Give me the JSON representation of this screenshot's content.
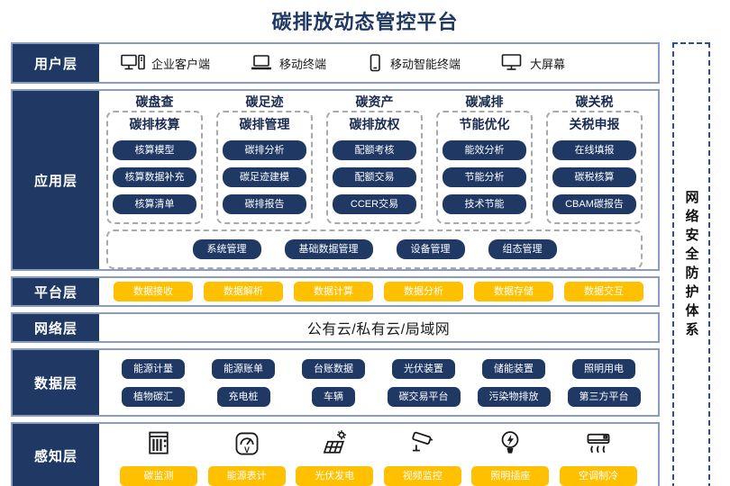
{
  "title": "碳排放动态管控平台",
  "colors": {
    "navy": "#1F3864",
    "yellow": "#FFC000",
    "row_border": "#8B9CC4"
  },
  "security": {
    "label": "网络安全防护体系"
  },
  "user_layer": {
    "label": "用户层",
    "items": [
      {
        "icon": "desktop-client-icon",
        "label": "企业客户端"
      },
      {
        "icon": "laptop-icon",
        "label": "移动终端"
      },
      {
        "icon": "smartphone-icon",
        "label": "移动智能终端"
      },
      {
        "icon": "large-screen-icon",
        "label": "大屏幕"
      }
    ]
  },
  "app_layer": {
    "label": "应用层",
    "columns": [
      {
        "header": "碳盘查",
        "subheader": "碳排核算",
        "buttons": [
          "核算模型",
          "核算数据补充",
          "核算清单"
        ]
      },
      {
        "header": "碳足迹",
        "subheader": "碳排管理",
        "buttons": [
          "碳排分析",
          "碳足迹建模",
          "碳排报告"
        ]
      },
      {
        "header": "碳资产",
        "subheader": "碳排放权",
        "buttons": [
          "配额考核",
          "配额交易",
          "CCER交易"
        ]
      },
      {
        "header": "碳减排",
        "subheader": "节能优化",
        "buttons": [
          "能效分析",
          "节能分析",
          "技术节能"
        ]
      },
      {
        "header": "碳关税",
        "subheader": "关税申报",
        "buttons": [
          "在线填报",
          "碳税核算",
          "CBAM碳报告"
        ]
      }
    ],
    "common_buttons": [
      "系统管理",
      "基础数据管理",
      "设备管理",
      "组态管理"
    ]
  },
  "platform_layer": {
    "label": "平台层",
    "buttons": [
      "数据接收",
      "数据解析",
      "数据计算",
      "数据分析",
      "数据存储",
      "数据交互"
    ]
  },
  "network_layer": {
    "label": "网络层",
    "text": "公有云/私有云/局域网"
  },
  "data_layer": {
    "label": "数据层",
    "row1": [
      "能源计量",
      "能源账单",
      "台账数据",
      "光伏装置",
      "储能装置",
      "照明用电"
    ],
    "row2": [
      "植物碳汇",
      "充电桩",
      "车辆",
      "碳交易平台",
      "污染物排放",
      "第三方平台"
    ]
  },
  "perception_layer": {
    "label": "感知层",
    "items": [
      {
        "icon": "carbon-monitor-icon",
        "label": "碳监测"
      },
      {
        "icon": "energy-meter-icon",
        "label": "能源表计"
      },
      {
        "icon": "solar-power-icon",
        "label": "光伏发电"
      },
      {
        "icon": "cctv-camera-icon",
        "label": "视频监控"
      },
      {
        "icon": "light-bulb-icon",
        "label": "照明插座"
      },
      {
        "icon": "air-conditioner-icon",
        "label": "空调制冷"
      }
    ]
  }
}
